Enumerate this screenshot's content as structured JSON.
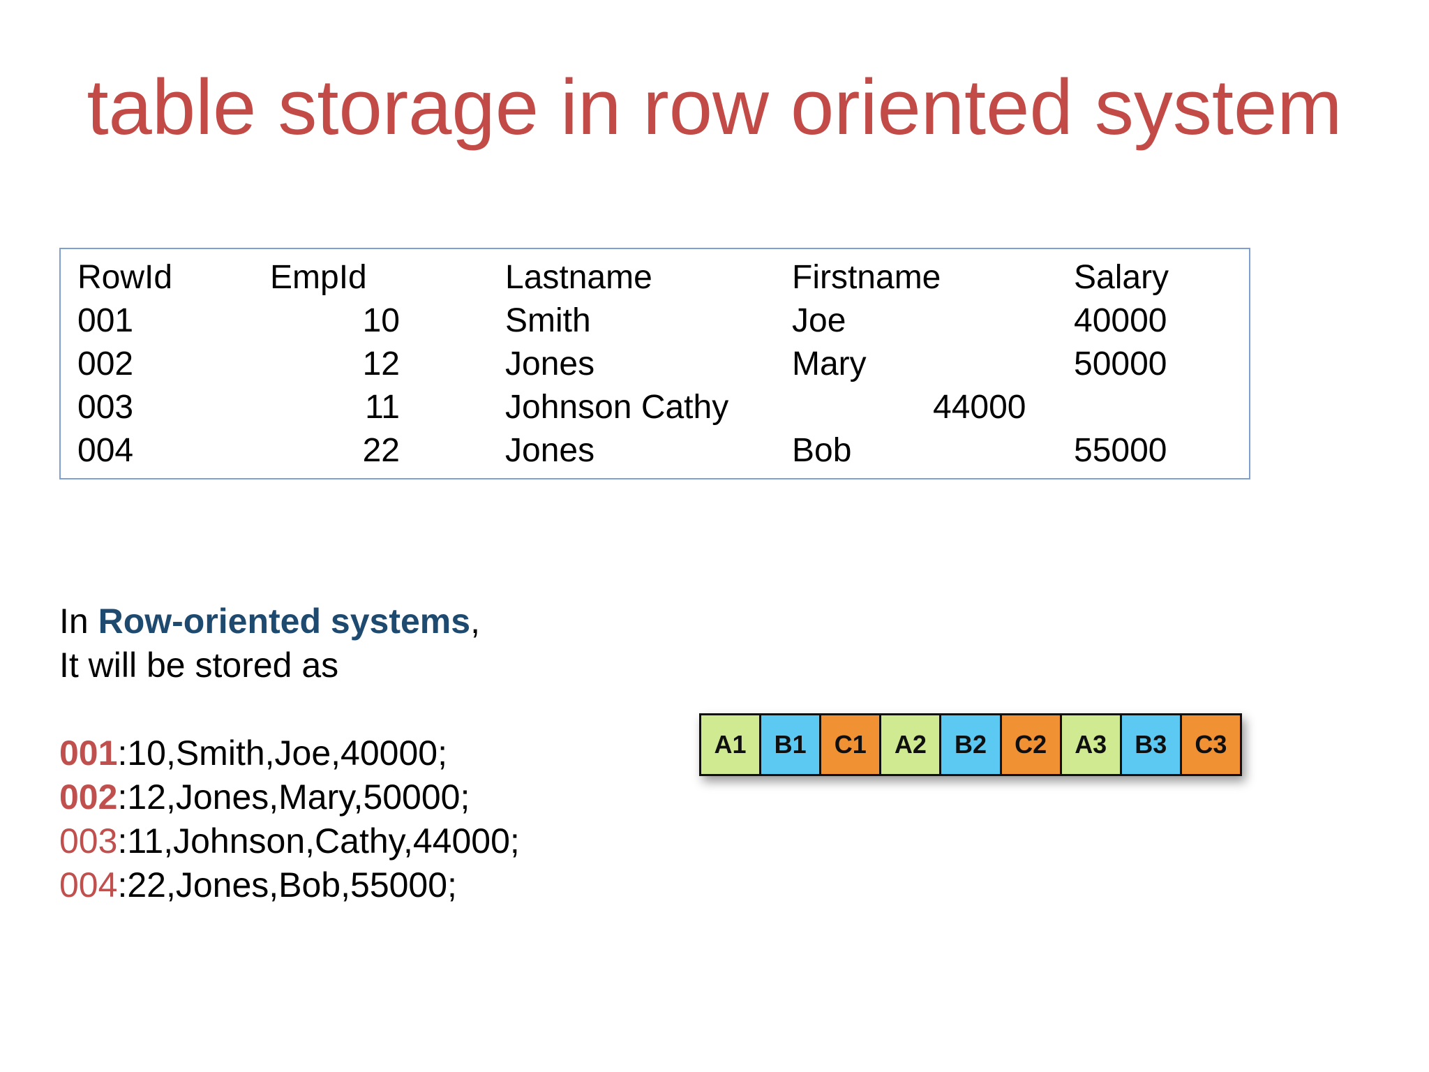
{
  "title": "table storage in row oriented system",
  "table": {
    "headers": {
      "rowid": "RowId",
      "empid": "EmpId",
      "lastname": "Lastname",
      "firstname": "Firstname",
      "salary": "Salary"
    },
    "rows": [
      {
        "rowid": "001",
        "empid": "10",
        "lastname": "Smith",
        "firstname": "Joe",
        "salary": "40000"
      },
      {
        "rowid": "002",
        "empid": "12",
        "lastname": "Jones",
        "firstname": "Mary",
        "salary": "50000"
      },
      {
        "rowid": "003",
        "empid": "11",
        "lastname": "Johnson Cathy",
        "midsalary": "44000"
      },
      {
        "rowid": "004",
        "empid": "22",
        "lastname": "Jones",
        "firstname": "Bob",
        "salary": "55000"
      }
    ]
  },
  "body": {
    "intro_prefix": "In ",
    "intro_bold": "Row-oriented systems",
    "intro_comma": ",",
    "line2": "It will be stored as",
    "records": [
      {
        "id": "001",
        "rest": ":10,Smith,Joe,40000;",
        "bold": true
      },
      {
        "id": "002",
        "rest": ":12,Jones,Mary,50000;",
        "bold": true
      },
      {
        "id": "003",
        "rest": ":11,Johnson,Cathy,44000;",
        "bold": false
      },
      {
        "id": "004",
        "rest": ":22,Jones,Bob,55000;",
        "bold": false
      }
    ]
  },
  "strip": {
    "cells": [
      {
        "label": "A1",
        "color": "#cfea90"
      },
      {
        "label": "B1",
        "color": "#5bc9f1"
      },
      {
        "label": "C1",
        "color": "#f09134"
      },
      {
        "label": "A2",
        "color": "#cfea90"
      },
      {
        "label": "B2",
        "color": "#5bc9f1"
      },
      {
        "label": "C2",
        "color": "#f09134"
      },
      {
        "label": "A3",
        "color": "#cfea90"
      },
      {
        "label": "B3",
        "color": "#5bc9f1"
      },
      {
        "label": "C3",
        "color": "#f09134"
      }
    ]
  },
  "colors": {
    "title_red": "#c24b47",
    "record_red": "#c0504d",
    "intro_navy": "#1f4a70",
    "table_border_blue": "#7e9fd0",
    "cell_green": "#cfea90",
    "cell_blue": "#5bc9f1",
    "cell_orange": "#f09134"
  }
}
